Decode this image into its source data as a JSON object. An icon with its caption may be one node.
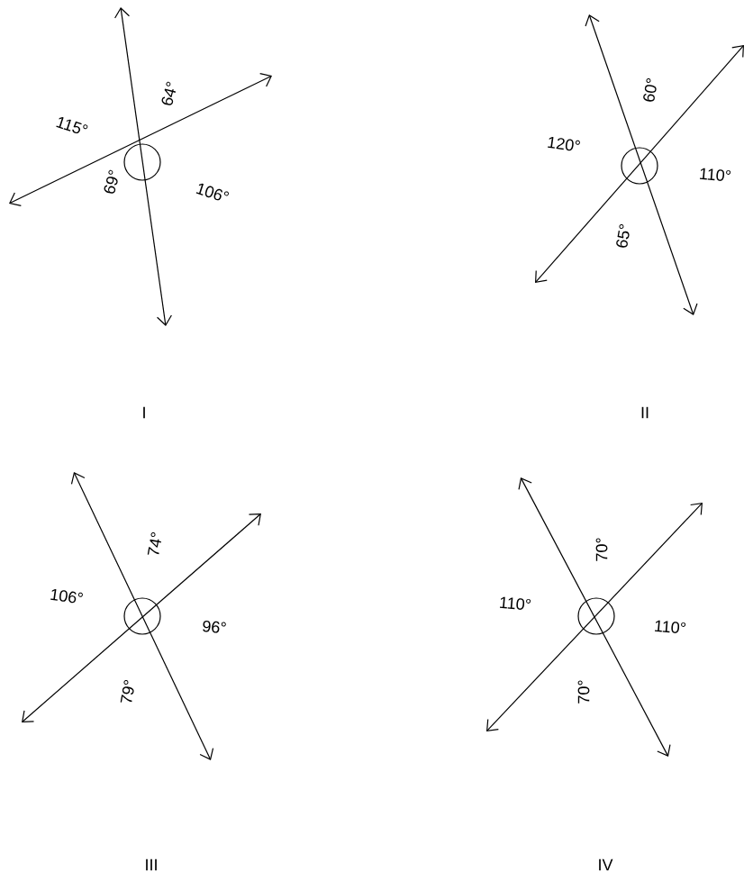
{
  "diagram": {
    "labels": [
      "115°",
      "64°",
      "106°",
      "69°",
      "I",
      "120°",
      "60°",
      "110°",
      "65°",
      "II",
      "106°",
      "74°",
      "96°",
      "79°",
      "III",
      "110°",
      "70°",
      "110°",
      "70°",
      "IV"
    ]
  }
}
